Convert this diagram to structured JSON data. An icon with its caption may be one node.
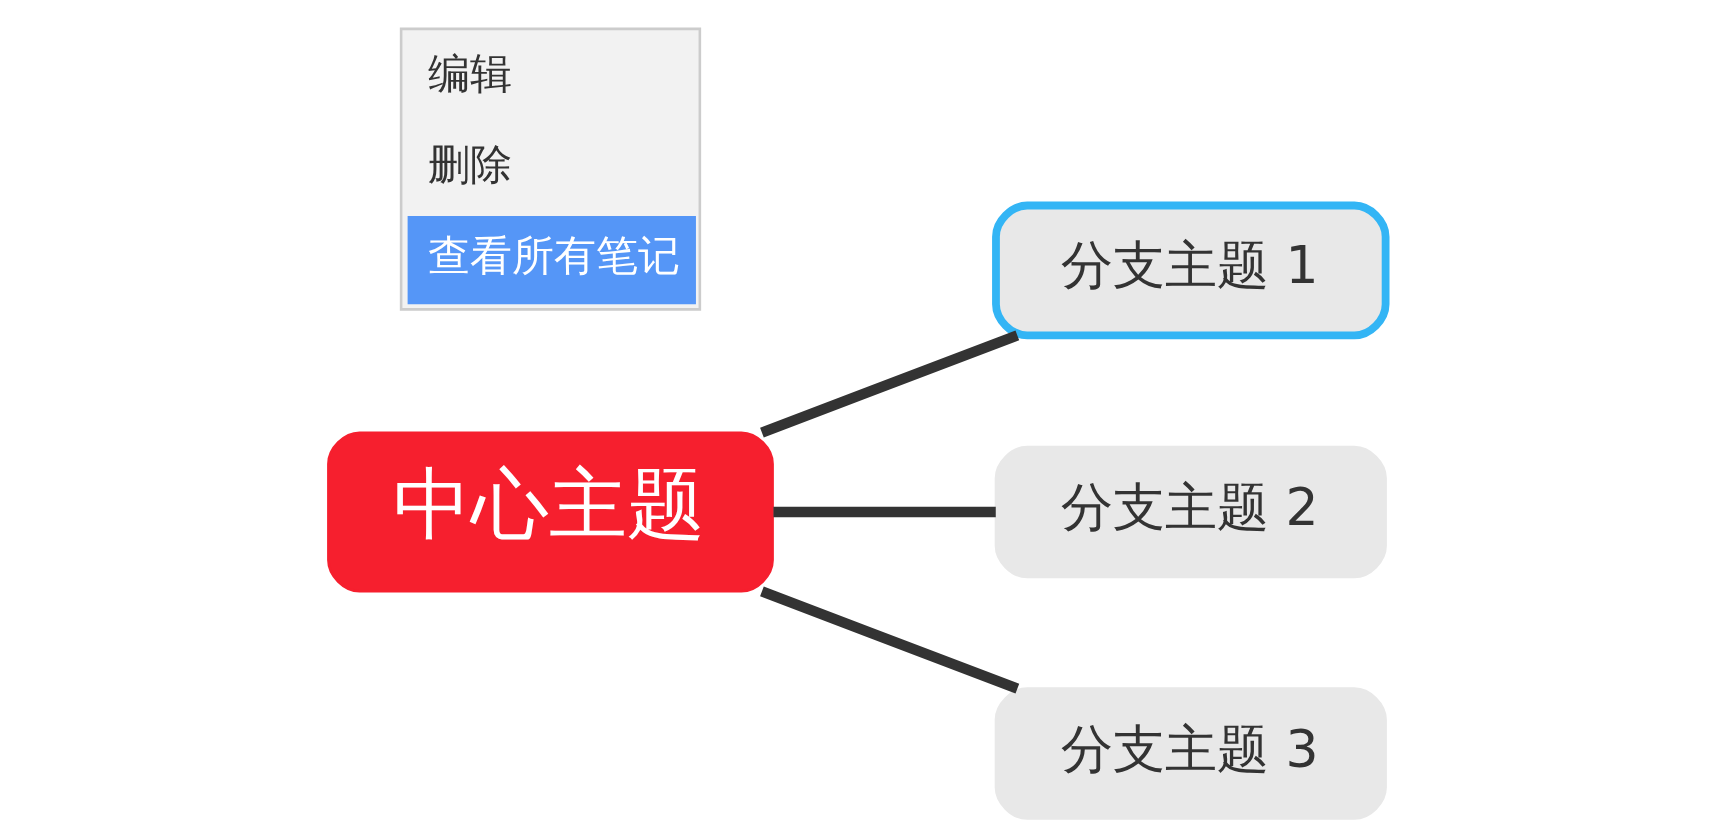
{
  "diagram": {
    "nodes": [
      {
        "text": [
          "中心主题"
        ]
      },
      {
        "text": [
          "分支主题 1"
        ]
      },
      {
        "text": [
          "分支主题 2"
        ]
      },
      {
        "text": [
          "分支主题 3"
        ]
      },
      {
        "text": [
          "编辑",
          "删除",
          "查看所有笔记"
        ]
      }
    ],
    "edges": [
      {
        "from": 0,
        "to": 1,
        "arrow": "none"
      },
      {
        "from": 0,
        "to": 2,
        "arrow": "none"
      },
      {
        "from": 0,
        "to": 3,
        "arrow": "none"
      }
    ]
  }
}
